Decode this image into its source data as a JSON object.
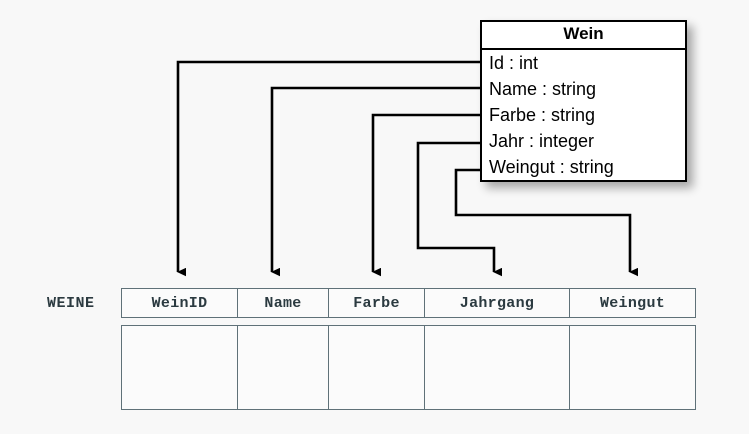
{
  "diagram": {
    "background_color": "#f8f8f8",
    "line_color": "#000000",
    "table_border_color": "#5f7178",
    "table_text_color": "#2b3a40"
  },
  "uml_class": {
    "name": "Wein",
    "attributes": [
      {
        "text": "Id : int",
        "field": "Id",
        "type": "int"
      },
      {
        "text": "Name : string",
        "field": "Name",
        "type": "string"
      },
      {
        "text": "Farbe : string",
        "field": "Farbe",
        "type": "string"
      },
      {
        "text": "Jahr : integer",
        "field": "Jahr",
        "type": "integer"
      },
      {
        "text": "Weingut : string",
        "field": "Weingut",
        "type": "string"
      }
    ]
  },
  "relational_table": {
    "label": "WEINE",
    "columns": [
      {
        "header": "WeinID"
      },
      {
        "header": "Name"
      },
      {
        "header": "Farbe"
      },
      {
        "header": "Jahrgang"
      },
      {
        "header": "Weingut"
      }
    ],
    "empty_row_cells": [
      "",
      "",
      "",
      "",
      ""
    ]
  },
  "mappings": [
    {
      "from": "Id",
      "to": "WeinID"
    },
    {
      "from": "Name",
      "to": "Name"
    },
    {
      "from": "Farbe",
      "to": "Farbe"
    },
    {
      "from": "Jahr",
      "to": "Jahrgang"
    },
    {
      "from": "Weingut",
      "to": "Weingut"
    }
  ]
}
